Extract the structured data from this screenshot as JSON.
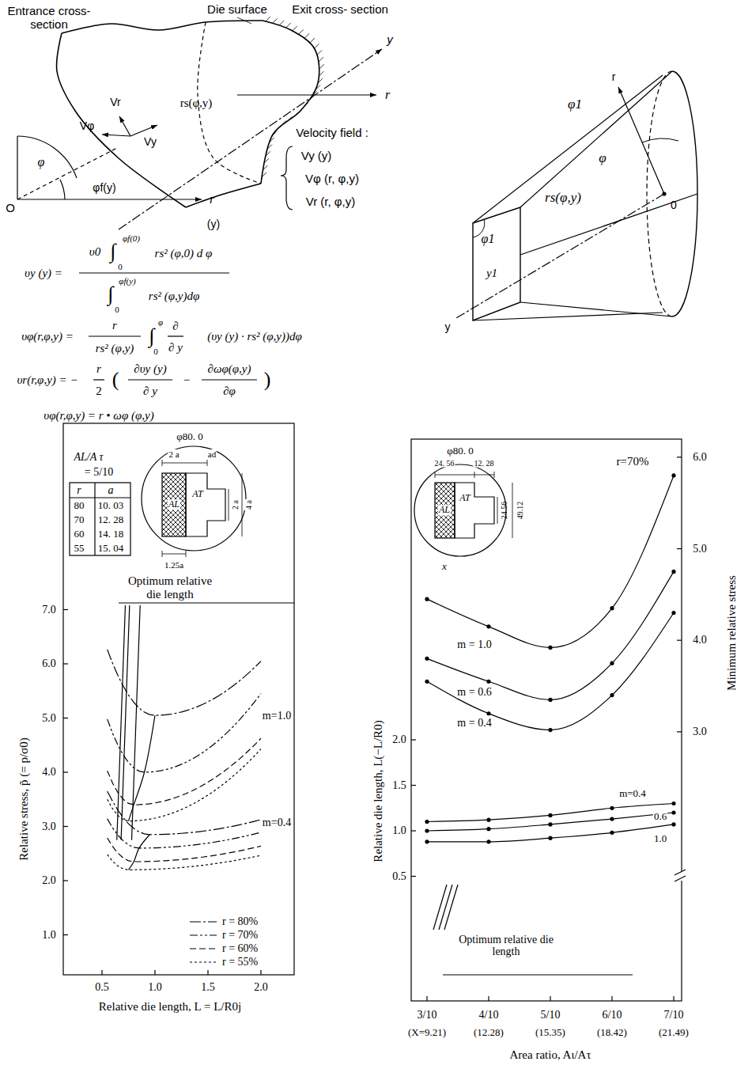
{
  "diagram": {
    "labels": [
      "Entrance cross- section",
      "Die surface",
      "Exit cross- section",
      "y",
      "rs(φ,y)",
      "r",
      "Vr",
      "Vφ",
      "Vy",
      "Velocity field :",
      "Vy (y)",
      "Vφ (r, φ,y)",
      "Vr (r, φ,y)",
      "φ",
      "φf(y)",
      "O",
      "r",
      "(y)",
      "υy (y) =",
      "υ0",
      "∫",
      "φf(0)",
      "0",
      "rs² (φ,0) d φ",
      "∫",
      "φf(y)",
      "0",
      "rs² (φ,y)dφ",
      "υφ(r,φ,y) =",
      "r",
      "rs² (φ,y)",
      "∫",
      "φ",
      "0",
      "∂",
      "∂ y",
      "(υy (y) · rs² (φ,y))dφ",
      "υr(r,φ,y) = −",
      "r",
      "2",
      "(",
      "∂υy (y)",
      "∂ y",
      "−",
      "∂ωφ(φ,y)",
      "∂φ",
      ")",
      "υφ(r,φ,y) = r • ωφ (φ,y)",
      "r",
      "φ1",
      "φ",
      "rs(φ,y)",
      "0",
      "φ1",
      "y1",
      "y",
      "AL/A τ",
      "= 5/10",
      "r",
      "a",
      "80",
      "10. 03",
      "70",
      "12. 28",
      "60",
      "14. 18",
      "55",
      "15. 04",
      "φ80. 0",
      "2 a",
      "ad",
      "AL",
      "AT",
      "2 a",
      "4 a",
      "1.25a",
      "Optimum relative die length",
      "Relative stress, p̃ (= p/σ0)",
      "7.0",
      "6.0",
      "5.0",
      "4.0",
      "3.0",
      "2.0",
      "1.0",
      "0.5",
      "1.0",
      "1.5",
      "2.0",
      "Relative die length, L = L/R0j",
      "m=1.0",
      "m=0.4",
      "φ80. 0",
      "24. 56",
      "12. 28",
      "24.56",
      "49.12",
      "AL",
      "AT",
      "x",
      "r=70%",
      "m = 1.0",
      "m = 0.6",
      "m = 0.4",
      "m=0.4",
      "0.6",
      "1.0",
      "Optimum relative die length",
      "2.0",
      "1.5",
      "1.0",
      "0.5",
      "Relative die length, L(−L/R0)",
      "6.0",
      "5.0",
      "4.0",
      "3.0",
      "Minimum relative stress",
      "3/10",
      "4/10",
      "5/10",
      "6/10",
      "7/10",
      "(X=9.21)",
      "(12.28)",
      "(15.35)",
      "(18.42)",
      "(21.49)",
      "Area ratio, Aι/Aτ"
    ],
    "legend": [
      {
        "text": "r = 80%"
      },
      {
        "text": "r = 70%"
      },
      {
        "text": "r = 60%"
      },
      {
        "text": "r = 55%"
      }
    ]
  }
}
